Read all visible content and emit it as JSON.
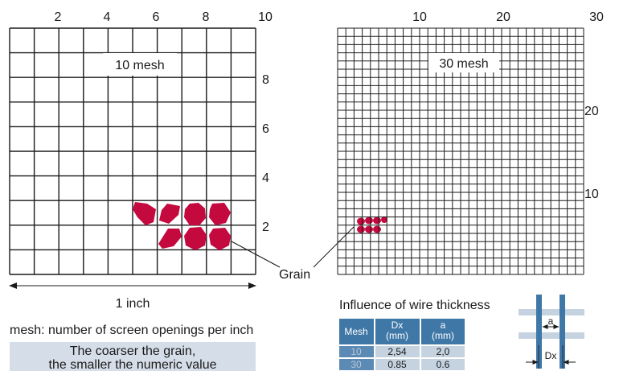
{
  "left_grid": {
    "title": "10 mesh",
    "top_ticks": [
      "2",
      "4",
      "6",
      "8",
      "10"
    ],
    "right_ticks": [
      "8",
      "6",
      "4",
      "2"
    ]
  },
  "right_grid": {
    "title": "30 mesh",
    "top_ticks": [
      "10",
      "20",
      "30"
    ],
    "right_ticks": [
      "20",
      "10"
    ]
  },
  "grain_label": "Grain",
  "inch_label": "1 inch",
  "mesh_definition": "mesh: number of screen openings per inch",
  "note": {
    "line1": "The coarser the grain,",
    "line2": "the smaller the numeric value"
  },
  "wire_section": {
    "title": "Influence of wire thickness",
    "table": {
      "headers": [
        {
          "line1": "Mesh",
          "line2": ""
        },
        {
          "line1": "Dx",
          "line2": "(mm)"
        },
        {
          "line1": "a",
          "line2": "(mm)"
        }
      ],
      "rows": [
        [
          "10",
          "2,54",
          "2,0"
        ],
        [
          "30",
          "0.85",
          "0.6"
        ]
      ]
    },
    "diagram_label_a": "a",
    "diagram_label_dx": "Dx"
  },
  "colors": {
    "grain": "#c4093f",
    "table_header": "#3f77a6",
    "table_mesh_cell": "#5b8ab4",
    "table_cell": "#c5d3e1",
    "note_bg": "#d5dee8",
    "wire_vertical": "#3f77a6",
    "wire_horizontal": "#c5d3e1"
  }
}
